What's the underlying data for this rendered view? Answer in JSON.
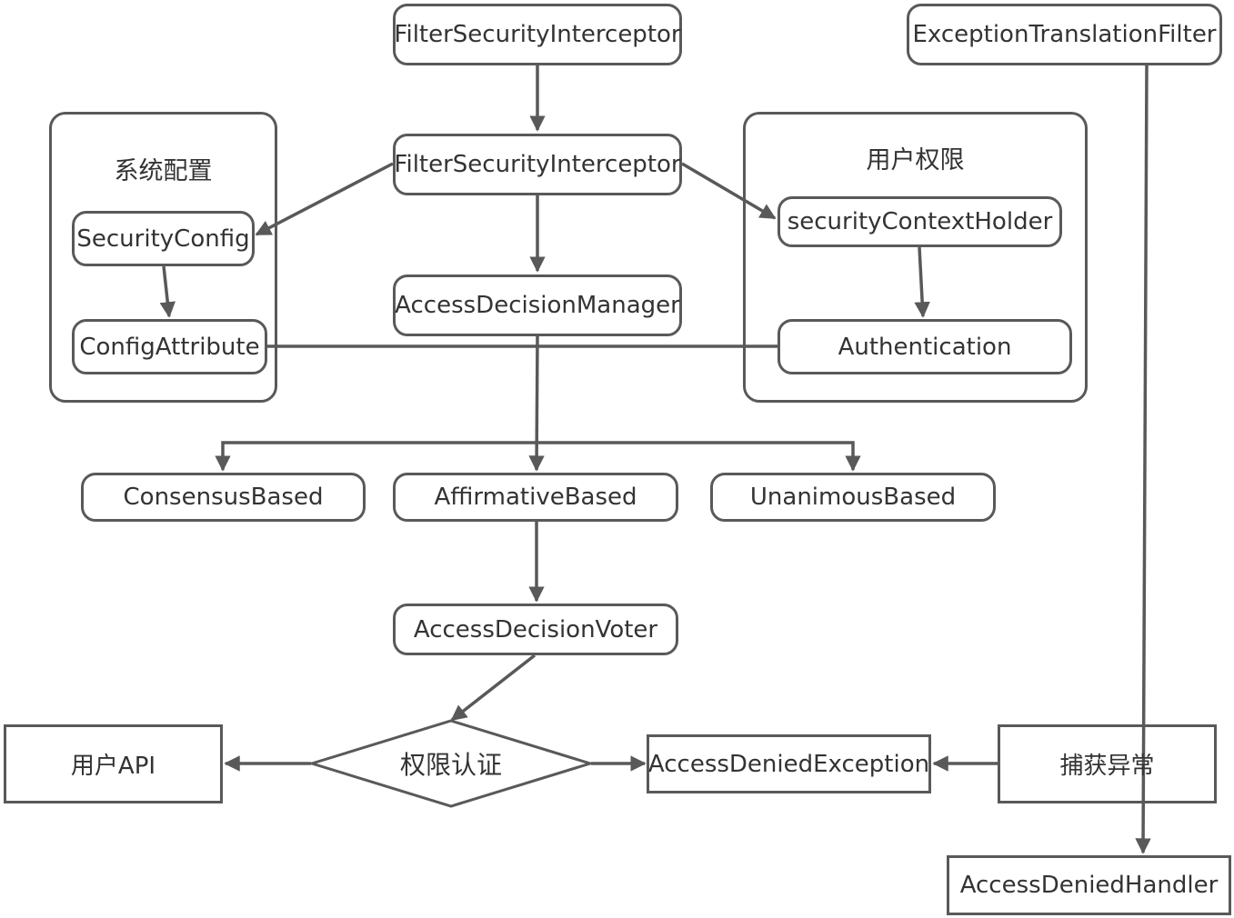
{
  "colors": {
    "stroke": "#595959",
    "text": "#333333",
    "background": "#ffffff"
  },
  "groups": {
    "system_config": "系统配置",
    "user_permission": "用户权限"
  },
  "nodes": {
    "fsi_top": "FilterSecurityInterceptor",
    "fsi_mid": "FilterSecurityInterceptor",
    "exception_translation_filter": "ExceptionTranslationFilter",
    "security_config": "SecurityConfig",
    "config_attribute": "ConfigAttribute",
    "access_decision_manager": "AccessDecisionManager",
    "security_context_holder": "securityContextHolder",
    "authentication": "Authentication",
    "consensus_based": "ConsensusBased",
    "affirmative_based": "AffirmativeBased",
    "unanimous_based": "UnanimousBased",
    "access_decision_voter": "AccessDecisionVoter",
    "user_api": "用户API",
    "permission_check": "权限认证",
    "access_denied_exception": "AccessDeniedException",
    "catch_exception": "捕获异常",
    "access_denied_handler": "AccessDeniedHandler"
  }
}
